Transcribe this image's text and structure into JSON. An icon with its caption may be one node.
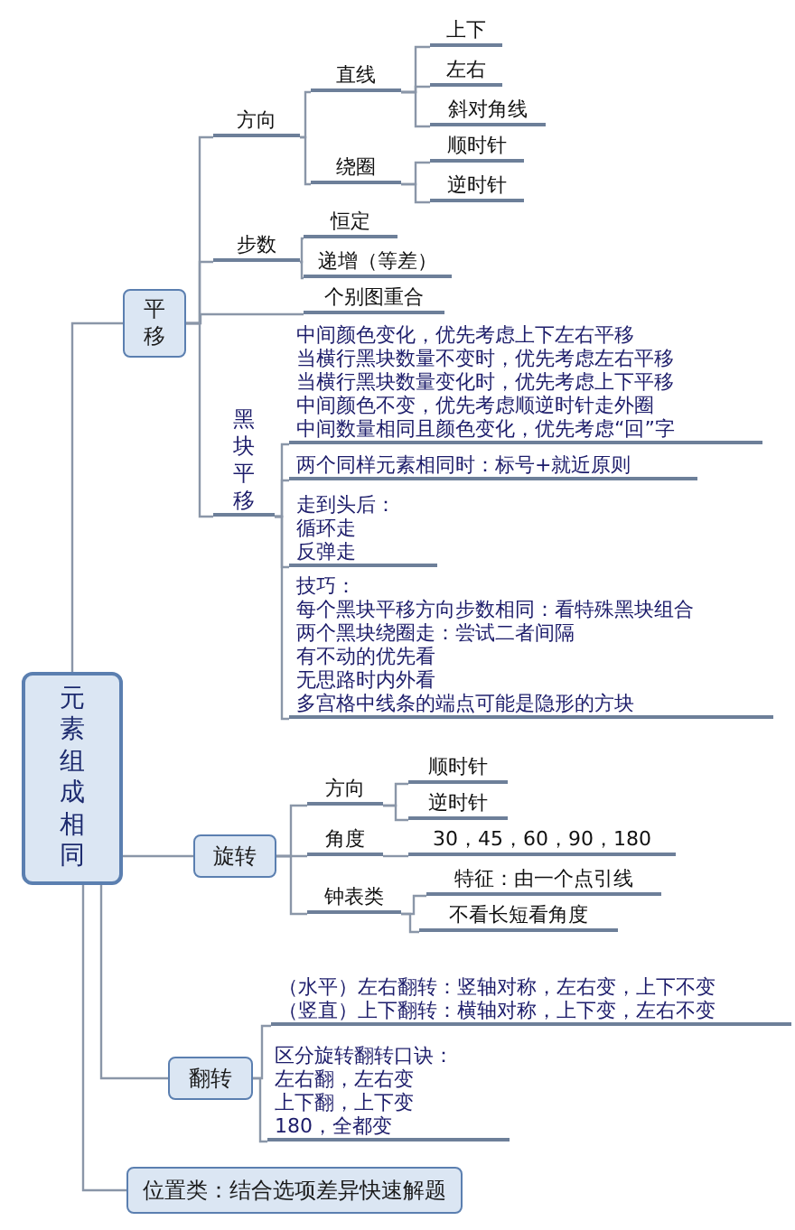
{
  "diagram": {
    "nodes": [
      {
        "text": [
          "元素组成相同"
        ]
      },
      {
        "text": [
          "平移"
        ]
      },
      {
        "text": [
          "方向"
        ]
      },
      {
        "text": [
          "直线"
        ]
      },
      {
        "text": [
          "上下"
        ]
      },
      {
        "text": [
          "左右"
        ]
      },
      {
        "text": [
          "斜对角线"
        ]
      },
      {
        "text": [
          "绕圈"
        ]
      },
      {
        "text": [
          "顺时针"
        ]
      },
      {
        "text": [
          "逆时针"
        ]
      },
      {
        "text": [
          "步数"
        ]
      },
      {
        "text": [
          "恒定"
        ]
      },
      {
        "text": [
          "递增（等差）"
        ]
      },
      {
        "text": [
          "个别图重合"
        ]
      },
      {
        "text": [
          "黑块平移"
        ]
      },
      {
        "text": [
          "中间颜色变化，优先考虑上下左右平移",
          "当横行黑块数量不变时，优先考虑左右平移",
          "当横行黑块数量变化时，优先考虑上下平移",
          "中间颜色不变，优先考虑顺逆时针走外圈",
          "中间数量相同且颜色变化，优先考虑“回”字"
        ]
      },
      {
        "text": [
          "两个同样元素相同时：标号+就近原则"
        ]
      },
      {
        "text": [
          "走到头后：",
          "循环走",
          "反弹走"
        ]
      },
      {
        "text": [
          "技巧：",
          "每个黑块平移方向步数相同：看特殊黑块组合",
          "两个黑块绕圈走：尝试二者间隔",
          "有不动的优先看",
          "无思路时内外看",
          "多宫格中线条的端点可能是隐形的方块"
        ]
      },
      {
        "text": [
          "旋转"
        ]
      },
      {
        "text": [
          "方向"
        ]
      },
      {
        "text": [
          "顺时针"
        ]
      },
      {
        "text": [
          "逆时针"
        ]
      },
      {
        "text": [
          "角度"
        ]
      },
      {
        "text": [
          "30，45，60，90，180"
        ]
      },
      {
        "text": [
          "钟表类"
        ]
      },
      {
        "text": [
          "特征：由一个点引线"
        ]
      },
      {
        "text": [
          "不看长短看角度"
        ]
      },
      {
        "text": [
          "翻转"
        ]
      },
      {
        "text": [
          "（水平）左右翻转：竖轴对称，左右变，上下不变",
          "（竖直）上下翻转：横轴对称，上下变，左右不变"
        ]
      },
      {
        "text": [
          "区分旋转翻转口诀：",
          "左右翻，左右变",
          "上下翻，上下变",
          "180，全都变"
        ]
      },
      {
        "text": [
          "位置类：结合选项差异快速解题"
        ]
      }
    ],
    "edges": [
      {
        "from": 0,
        "to": 1,
        "arrow": "none"
      },
      {
        "from": 1,
        "to": 2,
        "arrow": "none"
      },
      {
        "from": 2,
        "to": 3,
        "arrow": "none"
      },
      {
        "from": 3,
        "to": 4,
        "arrow": "none"
      },
      {
        "from": 3,
        "to": 5,
        "arrow": "none"
      },
      {
        "from": 3,
        "to": 6,
        "arrow": "none"
      },
      {
        "from": 2,
        "to": 7,
        "arrow": "none"
      },
      {
        "from": 7,
        "to": 8,
        "arrow": "none"
      },
      {
        "from": 7,
        "to": 9,
        "arrow": "none"
      },
      {
        "from": 1,
        "to": 10,
        "arrow": "none"
      },
      {
        "from": 10,
        "to": 11,
        "arrow": "none"
      },
      {
        "from": 10,
        "to": 12,
        "arrow": "none"
      },
      {
        "from": 1,
        "to": 13,
        "arrow": "none"
      },
      {
        "from": 1,
        "to": 14,
        "arrow": "none"
      },
      {
        "from": 14,
        "to": 15,
        "arrow": "none"
      },
      {
        "from": 14,
        "to": 16,
        "arrow": "none"
      },
      {
        "from": 14,
        "to": 17,
        "arrow": "none"
      },
      {
        "from": 14,
        "to": 18,
        "arrow": "none"
      },
      {
        "from": 0,
        "to": 19,
        "arrow": "none"
      },
      {
        "from": 19,
        "to": 20,
        "arrow": "none"
      },
      {
        "from": 20,
        "to": 21,
        "arrow": "none"
      },
      {
        "from": 20,
        "to": 22,
        "arrow": "none"
      },
      {
        "from": 19,
        "to": 23,
        "arrow": "none"
      },
      {
        "from": 23,
        "to": 24,
        "arrow": "none"
      },
      {
        "from": 19,
        "to": 25,
        "arrow": "none"
      },
      {
        "from": 25,
        "to": 26,
        "arrow": "none"
      },
      {
        "from": 25,
        "to": 27,
        "arrow": "none"
      },
      {
        "from": 0,
        "to": 28,
        "arrow": "none"
      },
      {
        "from": 28,
        "to": 29,
        "arrow": "none"
      },
      {
        "from": 28,
        "to": 30,
        "arrow": "none"
      },
      {
        "from": 0,
        "to": 31,
        "arrow": "none"
      }
    ]
  }
}
